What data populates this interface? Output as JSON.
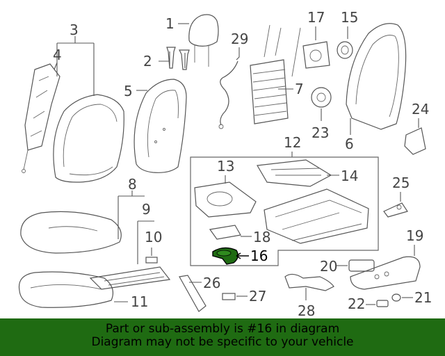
{
  "diagram": {
    "callouts": {
      "c1": "1",
      "c2": "2",
      "c3": "3",
      "c4": "4",
      "c5": "5",
      "c6": "6",
      "c7": "7",
      "c8": "8",
      "c9": "9",
      "c10": "10",
      "c11": "11",
      "c12": "12",
      "c13": "13",
      "c14": "14",
      "c15": "15",
      "c16": "16",
      "c17": "17",
      "c18": "18",
      "c19": "19",
      "c20": "20",
      "c21": "21",
      "c22": "22",
      "c23": "23",
      "c24": "24",
      "c25": "25",
      "c26": "26",
      "c27": "27",
      "c28": "28",
      "c29": "29"
    },
    "highlight_color": "#1f6b12",
    "highlighted_part": "16"
  },
  "banner": {
    "line1": "Part or sub-assembly is #16 in diagram",
    "line2": "Diagram may not be specific to your vehicle",
    "background": "#1f6b12"
  }
}
